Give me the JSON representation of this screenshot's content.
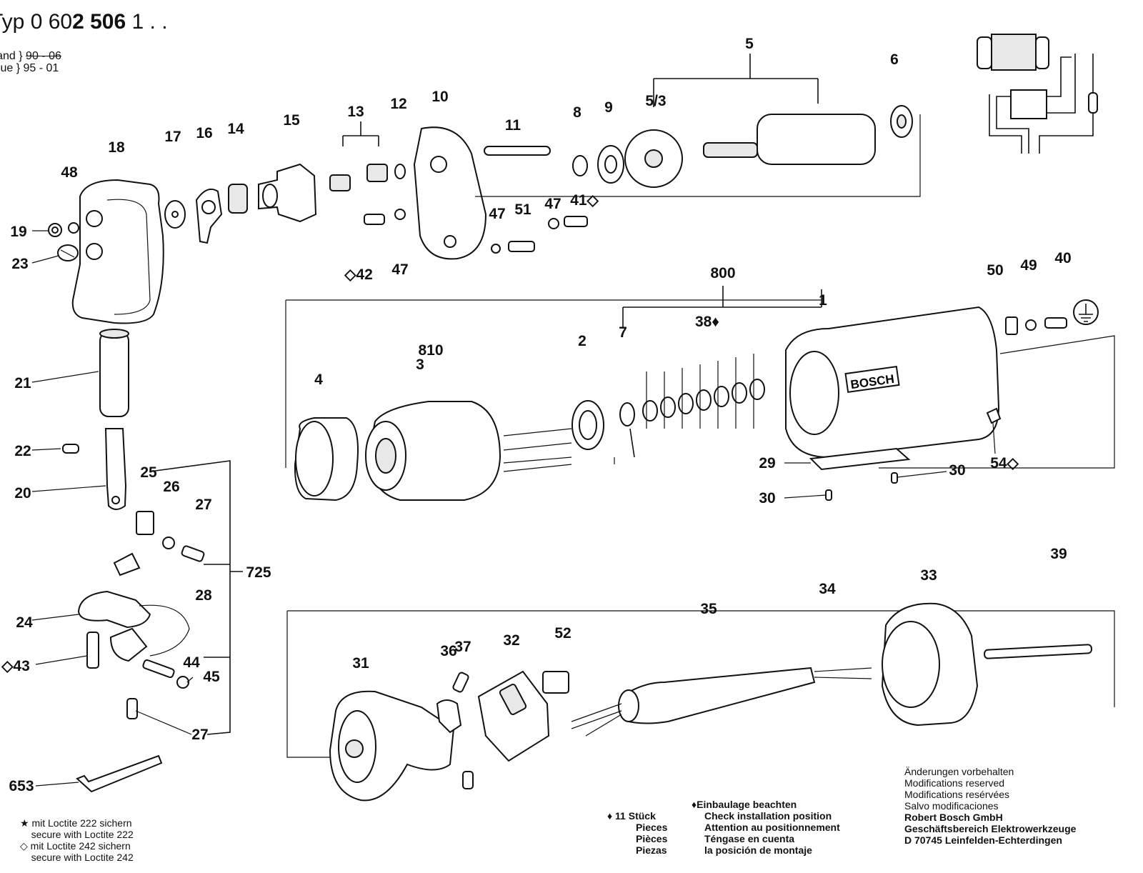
{
  "header": {
    "typ_prefix": "Typ",
    "typ_number_a": "0 60",
    "typ_number_b": "2 506",
    "typ_number_c": "1 . .",
    "stand_label": "Stand",
    "issue_label": "Issue",
    "stand_old": "90 - 06",
    "stand_new": "95 - 01"
  },
  "callouts": [
    "1",
    "2",
    "3",
    "4",
    "5",
    "5/3",
    "6",
    "7",
    "8",
    "9",
    "10",
    "11",
    "12",
    "13",
    "14",
    "15",
    "16",
    "17",
    "18",
    "19",
    "20",
    "21",
    "22",
    "23",
    "24",
    "25",
    "26",
    "27",
    "27",
    "28",
    "29",
    "30",
    "30",
    "31",
    "32",
    "33",
    "34",
    "35",
    "36",
    "37",
    "38♦",
    "39",
    "40",
    "41◇",
    "◇42",
    "◇43",
    "44",
    "45",
    "47",
    "47",
    "47",
    "48",
    "49",
    "50",
    "51",
    "52",
    "54◇",
    "653",
    "725",
    "800",
    "810"
  ],
  "brand_plate": "BOSCH",
  "footnotes": {
    "star_de": "mit Loctite 222 sichern",
    "star_en": "secure with Loctite 222",
    "diamond_de": "mit Loctite 242 sichern",
    "diamond_en": "secure with Loctite 242"
  },
  "pieces_note": {
    "count": "11 Stück",
    "en": "Pieces",
    "fr": "Pièces",
    "es": "Piezas"
  },
  "installation_note": {
    "de": "Einbaulage beachten",
    "en": "Check installation position",
    "fr": "Attention au positionnement",
    "es1": "Téngase en cuenta",
    "es2": "la posición de montaje"
  },
  "legal": {
    "l1": "Änderungen vorbehalten",
    "l2": "Modifications reserved",
    "l3": "Modifications resérvées",
    "l4": "Salvo modificaciones",
    "l5": "Robert Bosch GmbH",
    "l6": "Geschäftsbereich Elektrowerkzeuge",
    "l7": "D 70745 Leinfelden-Echterdingen"
  }
}
